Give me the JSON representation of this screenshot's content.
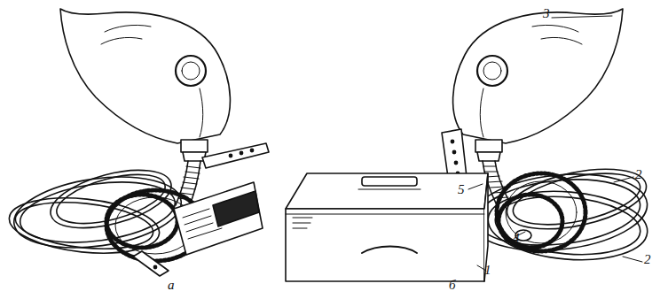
{
  "diagram": {
    "labels": [
      "а",
      "б",
      "3",
      "2",
      "5",
      "4",
      "2",
      "1"
    ]
  }
}
